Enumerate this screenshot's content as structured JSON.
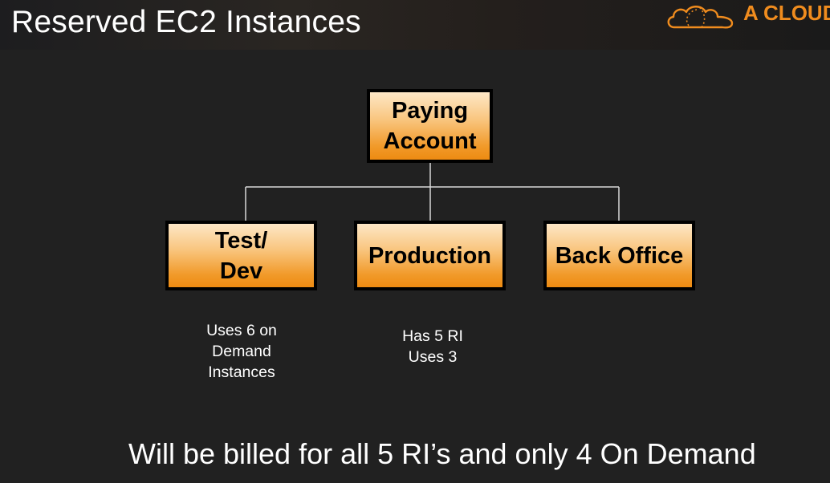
{
  "slide": {
    "title": "Reserved EC2 Instances",
    "logo": {
      "text": "A CLOUD",
      "icon": "cloud-logo-icon",
      "color": "#f08c1e"
    }
  },
  "diagram": {
    "root": {
      "label": "Paying\nAccount"
    },
    "children": [
      {
        "label": "Test/\nDev",
        "note": "Uses 6 on\nDemand\nInstances"
      },
      {
        "label": "Production",
        "note": "Has 5 RI\nUses 3"
      },
      {
        "label": "Back Office",
        "note": ""
      }
    ],
    "box_fill_color": "#f19a2a",
    "box_border_color": "#000000",
    "connector_color": "#d9d9d9"
  },
  "footer": {
    "text": "Will be billed for all 5 RI’s and only 4 On Demand"
  }
}
